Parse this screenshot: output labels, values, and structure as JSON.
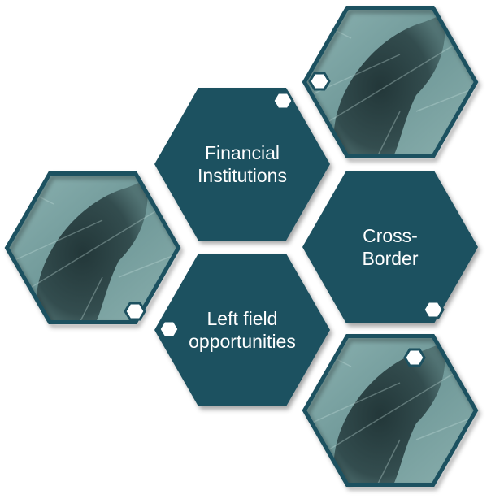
{
  "diagram": {
    "hexagons": [
      {
        "id": "financial-institutions",
        "type": "text",
        "lines": [
          "Financial",
          "Institutions"
        ]
      },
      {
        "id": "cross-border",
        "type": "text",
        "lines": [
          "Cross-",
          "Border"
        ]
      },
      {
        "id": "left-field-opportunities",
        "type": "text",
        "lines": [
          "Left field",
          "opportunities"
        ]
      },
      {
        "id": "leaf-image-top-right",
        "type": "image"
      },
      {
        "id": "leaf-image-left",
        "type": "image"
      },
      {
        "id": "leaf-image-bottom-right",
        "type": "image"
      }
    ],
    "colors": {
      "hex_fill": "#1d5160",
      "hex_border": "#1d5160",
      "marker": "#ffffff",
      "leaf_light": "#7aa3a3",
      "leaf_dark": "#1f3436"
    }
  }
}
